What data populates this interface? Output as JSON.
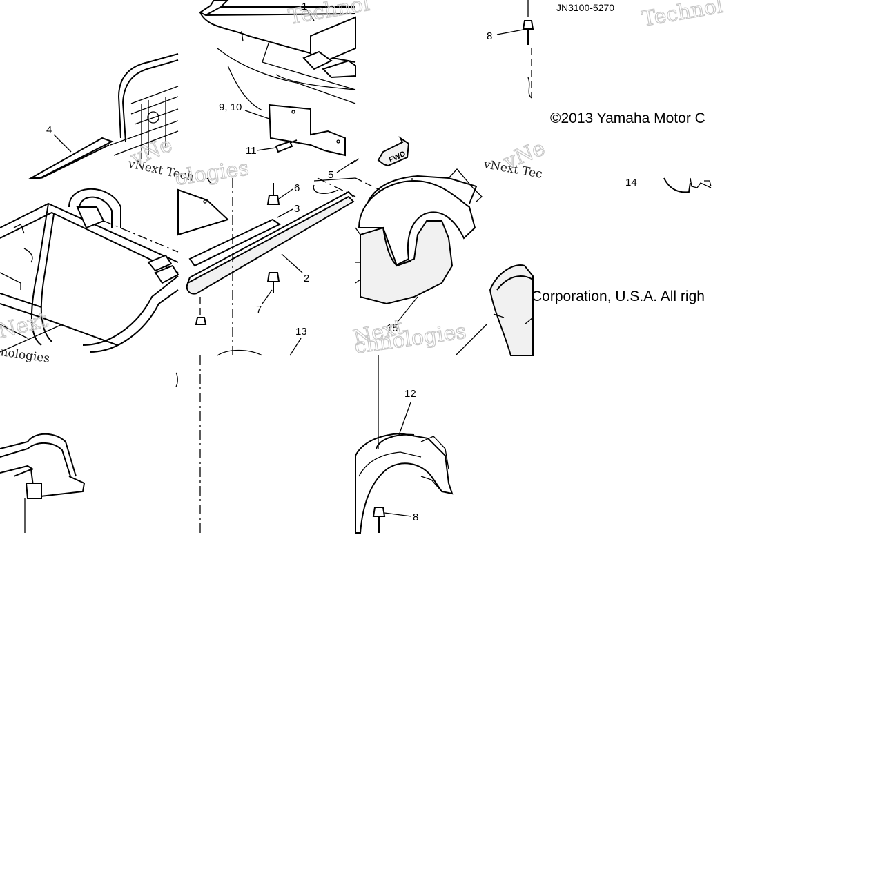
{
  "diagram": {
    "drawing_code": "JN3100-5270",
    "copyright_part1": "©2013 Yamaha Motor C",
    "copyright_part2": "Corporation, U.S.A. All righ",
    "direction_arrow": "FWD",
    "watermarks": {
      "technologies_1": "Technol",
      "technologies_2": "Technol",
      "vnext_1": "vNext Tech",
      "vnext_2": "vNext Tec",
      "vnext_3": "vNe",
      "vnext_4": "Next",
      "ologies_1": "ologies",
      "ologies_2": "nologies",
      "ologies_3": "chnologies",
      "ologies_4": "ologies"
    },
    "callouts": [
      {
        "id": "c1",
        "label": "1"
      },
      {
        "id": "c2",
        "label": "2"
      },
      {
        "id": "c3",
        "label": "3"
      },
      {
        "id": "c4",
        "label": "4"
      },
      {
        "id": "c5",
        "label": "5"
      },
      {
        "id": "c6",
        "label": "6"
      },
      {
        "id": "c7",
        "label": "7"
      },
      {
        "id": "c8a",
        "label": "8"
      },
      {
        "id": "c8b",
        "label": "8"
      },
      {
        "id": "c910",
        "label": "9, 10"
      },
      {
        "id": "c11",
        "label": "11"
      },
      {
        "id": "c12",
        "label": "12"
      },
      {
        "id": "c13",
        "label": "13"
      },
      {
        "id": "c14",
        "label": "14"
      },
      {
        "id": "c15",
        "label": "15"
      }
    ]
  }
}
